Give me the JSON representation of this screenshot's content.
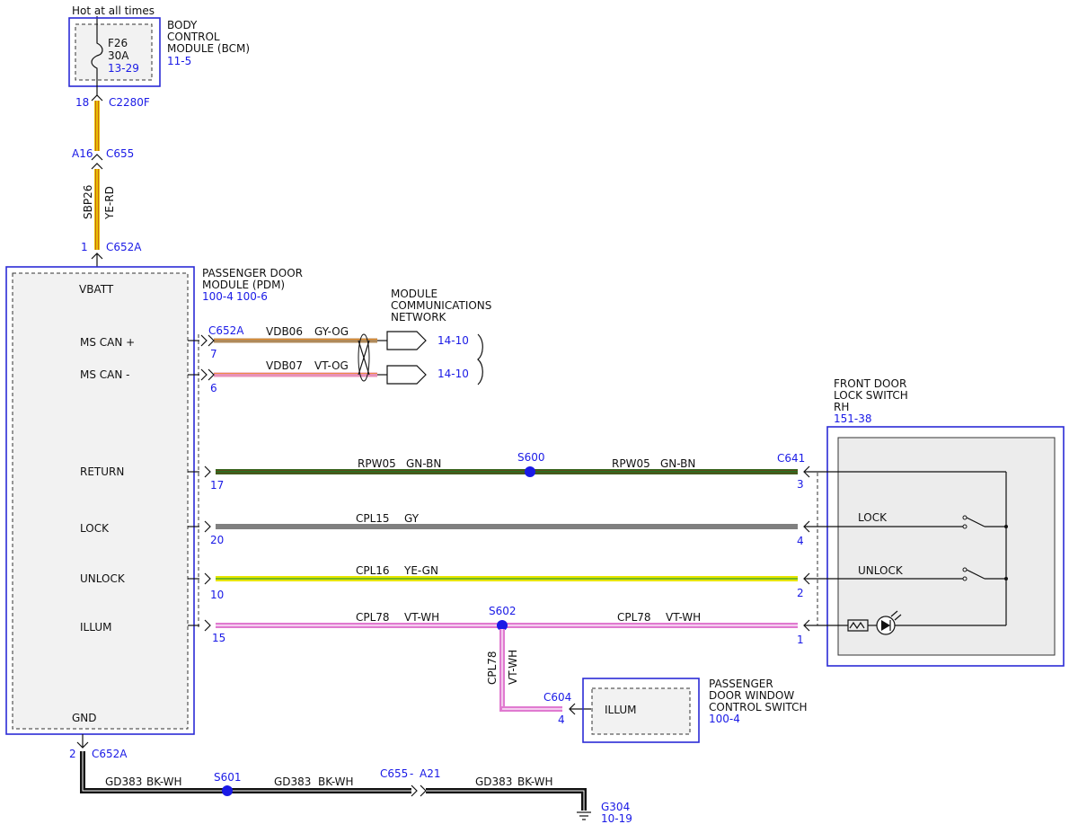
{
  "header": {
    "hot_label": "Hot at all times"
  },
  "bcm": {
    "name_line1": "BODY",
    "name_line2": "CONTROL",
    "name_line3": "MODULE (BCM)",
    "ref": "11-5",
    "fuse": {
      "id": "F26",
      "rating": "30A",
      "ref": "13-29"
    }
  },
  "feed": {
    "pin_bcm": "18",
    "conn_bcm": "C2280F",
    "pin_mid": "A16",
    "conn_mid": "C655",
    "circuit": "SBP26",
    "color": "YE-RD",
    "pin_pdm": "1",
    "conn_pdm": "C652A"
  },
  "pdm": {
    "name_line1": "PASSENGER DOOR",
    "name_line2": "MODULE (PDM)",
    "ref1": "100-4",
    "ref2": "100-6",
    "pins": {
      "vbatt": "VBATT",
      "ms_can_plus": "MS CAN +",
      "ms_can_minus": "MS CAN -",
      "return": "RETURN",
      "lock": "LOCK",
      "unlock": "UNLOCK",
      "illum": "ILLUM",
      "gnd": "GND"
    }
  },
  "network": {
    "title_line1": "MODULE",
    "title_line2": "COMMUNICATIONS",
    "title_line3": "NETWORK",
    "connector": "C652A",
    "can_plus": {
      "pin": "7",
      "circuit": "VDB06",
      "color": "GY-OG",
      "ref": "14-10"
    },
    "can_minus": {
      "pin": "6",
      "circuit": "VDB07",
      "color": "VT-OG",
      "ref": "14-10"
    }
  },
  "wires": {
    "return": {
      "pin_left": "17",
      "circuit": "RPW05",
      "color": "GN-BN",
      "splice": "S600",
      "connector": "C641",
      "pin_right": "3"
    },
    "lock": {
      "pin_left": "20",
      "circuit": "CPL15",
      "color": "GY",
      "pin_right": "4"
    },
    "unlock": {
      "pin_left": "10",
      "circuit": "CPL16",
      "color": "YE-GN",
      "pin_right": "2"
    },
    "illum": {
      "pin_left": "15",
      "circuit": "CPL78",
      "color": "VT-WH",
      "splice": "S602",
      "pin_right": "1",
      "branch": {
        "circuit": "CPL78",
        "color": "VT-WH",
        "connector": "C604",
        "pin": "4"
      }
    }
  },
  "lock_switch": {
    "title_line1": "FRONT DOOR",
    "title_line2": "LOCK SWITCH",
    "title_line3": "RH",
    "ref": "151-38",
    "lock_label": "LOCK",
    "unlock_label": "UNLOCK"
  },
  "window_switch": {
    "title_line1": "PASSENGER",
    "title_line2": "DOOR WINDOW",
    "title_line3": "CONTROL SWITCH",
    "ref": "100-4",
    "illum_label": "ILLUM"
  },
  "ground": {
    "pin": "2",
    "connector": "C652A",
    "circuit": "GD383",
    "color": "BK-WH",
    "splice": "S601",
    "inline_connector": "C655",
    "dash": "-",
    "inline_pin": "A21",
    "ground_point": "G304",
    "ref": "10-19"
  },
  "colors": {
    "yellow_red": "#e8c200",
    "gray_orange": "#b08a5a",
    "violet_orange": "#e890b8",
    "green_brown": "#2f6b1f",
    "gray": "#808080",
    "yellow_green": "#c8d400",
    "violet_white": "#e07ad0",
    "black_white": "#111111",
    "ref_blue": "#1a1ae6"
  }
}
